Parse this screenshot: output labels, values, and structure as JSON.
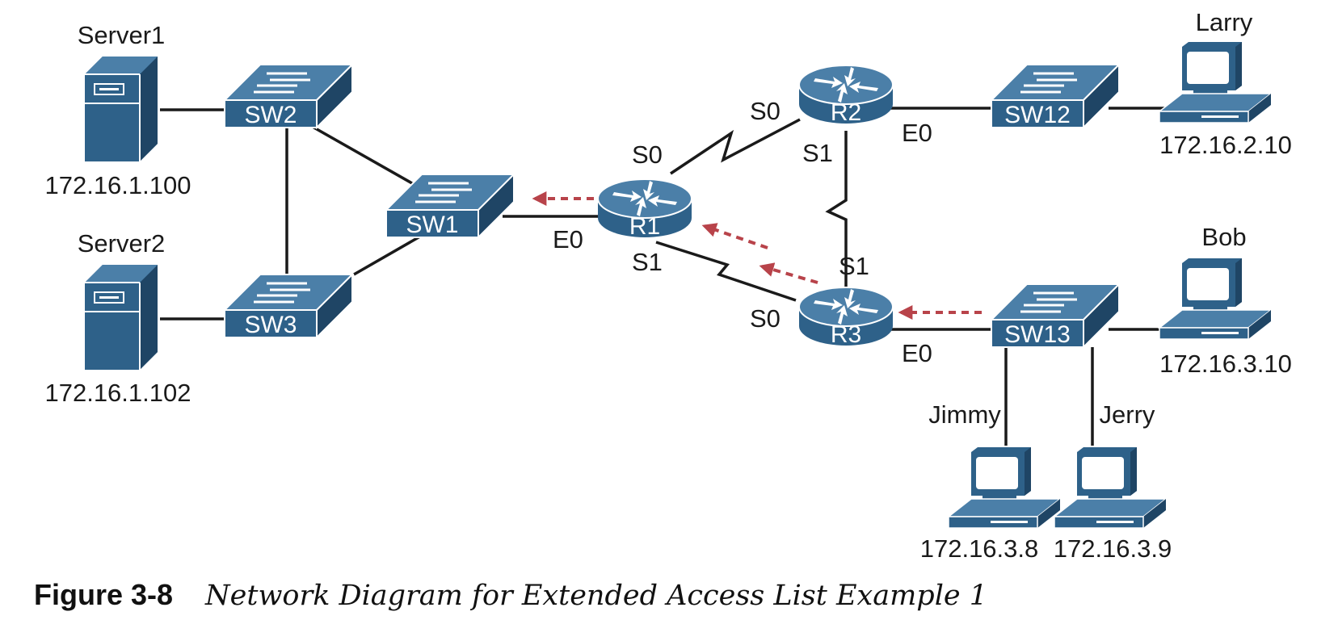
{
  "colors": {
    "device": "#2e6189",
    "device_dark": "#1f4565",
    "device_light": "#4b7fa8",
    "link": "#1a1a1a",
    "flow_arrow": "#b8434a"
  },
  "nodes": {
    "server1": {
      "name": "Server1",
      "ip": "172.16.1.100",
      "icon": "server-icon"
    },
    "server2": {
      "name": "Server2",
      "ip": "172.16.1.102",
      "icon": "server-icon"
    },
    "sw1": {
      "name": "SW1",
      "icon": "switch-icon"
    },
    "sw2": {
      "name": "SW2",
      "icon": "switch-icon"
    },
    "sw3": {
      "name": "SW3",
      "icon": "switch-icon"
    },
    "sw12": {
      "name": "SW12",
      "icon": "switch-icon"
    },
    "sw13": {
      "name": "SW13",
      "icon": "switch-icon"
    },
    "r1": {
      "name": "R1",
      "icon": "router-icon"
    },
    "r2": {
      "name": "R2",
      "icon": "router-icon"
    },
    "r3": {
      "name": "R3",
      "icon": "router-icon"
    },
    "larry": {
      "name": "Larry",
      "ip": "172.16.2.10",
      "icon": "pc-icon"
    },
    "bob": {
      "name": "Bob",
      "ip": "172.16.3.10",
      "icon": "pc-icon"
    },
    "jimmy": {
      "name": "Jimmy",
      "ip": "172.16.3.8",
      "icon": "pc-icon"
    },
    "jerry": {
      "name": "Jerry",
      "ip": "172.16.3.9",
      "icon": "pc-icon"
    }
  },
  "interfaces": {
    "r1_s0": "S0",
    "r1_e0": "E0",
    "r1_s1": "S1",
    "r2_s0": "S0",
    "r2_e0": "E0",
    "r2_s1": "S1",
    "r3_s1": "S1",
    "r3_s0": "S0",
    "r3_e0": "E0"
  },
  "caption": {
    "number": "Figure 3-8",
    "title": "Network Diagram for Extended Access List Example 1"
  }
}
